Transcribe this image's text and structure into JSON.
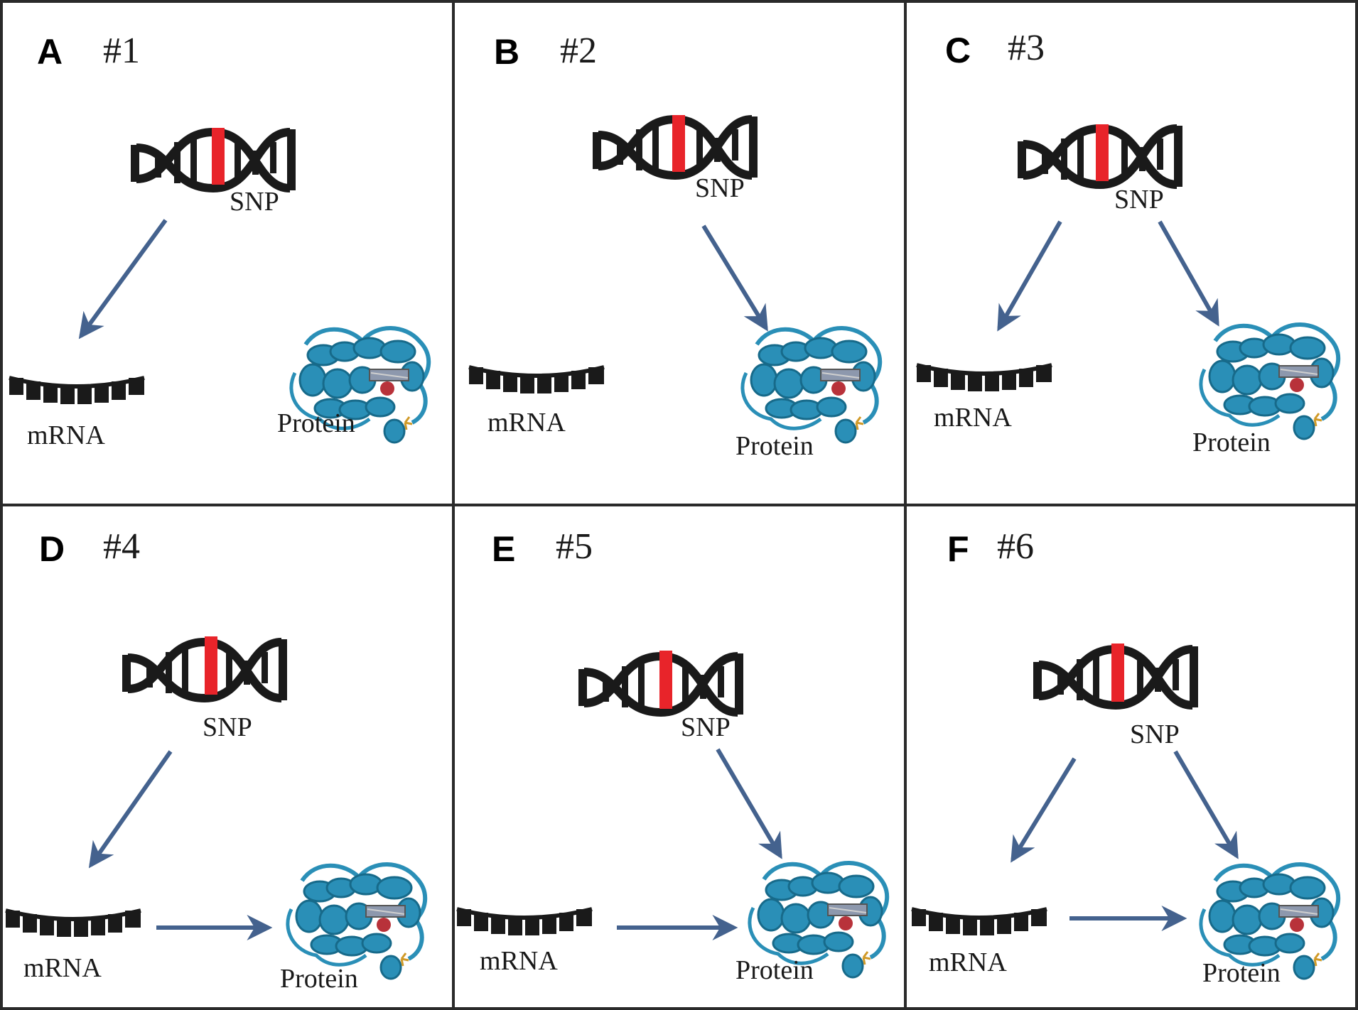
{
  "colors": {
    "arrow": "#44628e",
    "snp": "#e8242a",
    "dna": "#1a1a1a",
    "protein": "#2a8fb7",
    "protein_dark": "#176a8a",
    "ligand": "#b8323a",
    "border": "#2a2a2a"
  },
  "panels": [
    {
      "letter": "A",
      "number": "#1",
      "snp_label": "SNP",
      "mrna_label": "mRNA",
      "protein_label": "Protein",
      "links": {
        "snp_to_mrna": true,
        "snp_to_protein": false,
        "mrna_to_protein": false
      }
    },
    {
      "letter": "B",
      "number": "#2",
      "snp_label": "SNP",
      "mrna_label": "mRNA",
      "protein_label": "Protein",
      "links": {
        "snp_to_mrna": false,
        "snp_to_protein": true,
        "mrna_to_protein": false
      }
    },
    {
      "letter": "C",
      "number": "#3",
      "snp_label": "SNP",
      "mrna_label": "mRNA",
      "protein_label": "Protein",
      "links": {
        "snp_to_mrna": true,
        "snp_to_protein": true,
        "mrna_to_protein": false
      }
    },
    {
      "letter": "D",
      "number": "#4",
      "snp_label": "SNP",
      "mrna_label": "mRNA",
      "protein_label": "Protein",
      "links": {
        "snp_to_mrna": true,
        "snp_to_protein": false,
        "mrna_to_protein": true
      }
    },
    {
      "letter": "E",
      "number": "#5",
      "snp_label": "SNP",
      "mrna_label": "mRNA",
      "protein_label": "Protein",
      "links": {
        "snp_to_mrna": false,
        "snp_to_protein": true,
        "mrna_to_protein": true
      }
    },
    {
      "letter": "F",
      "number": "#6",
      "snp_label": "SNP",
      "mrna_label": "mRNA",
      "protein_label": "Protein",
      "links": {
        "snp_to_mrna": true,
        "snp_to_protein": true,
        "mrna_to_protein": true
      }
    }
  ]
}
